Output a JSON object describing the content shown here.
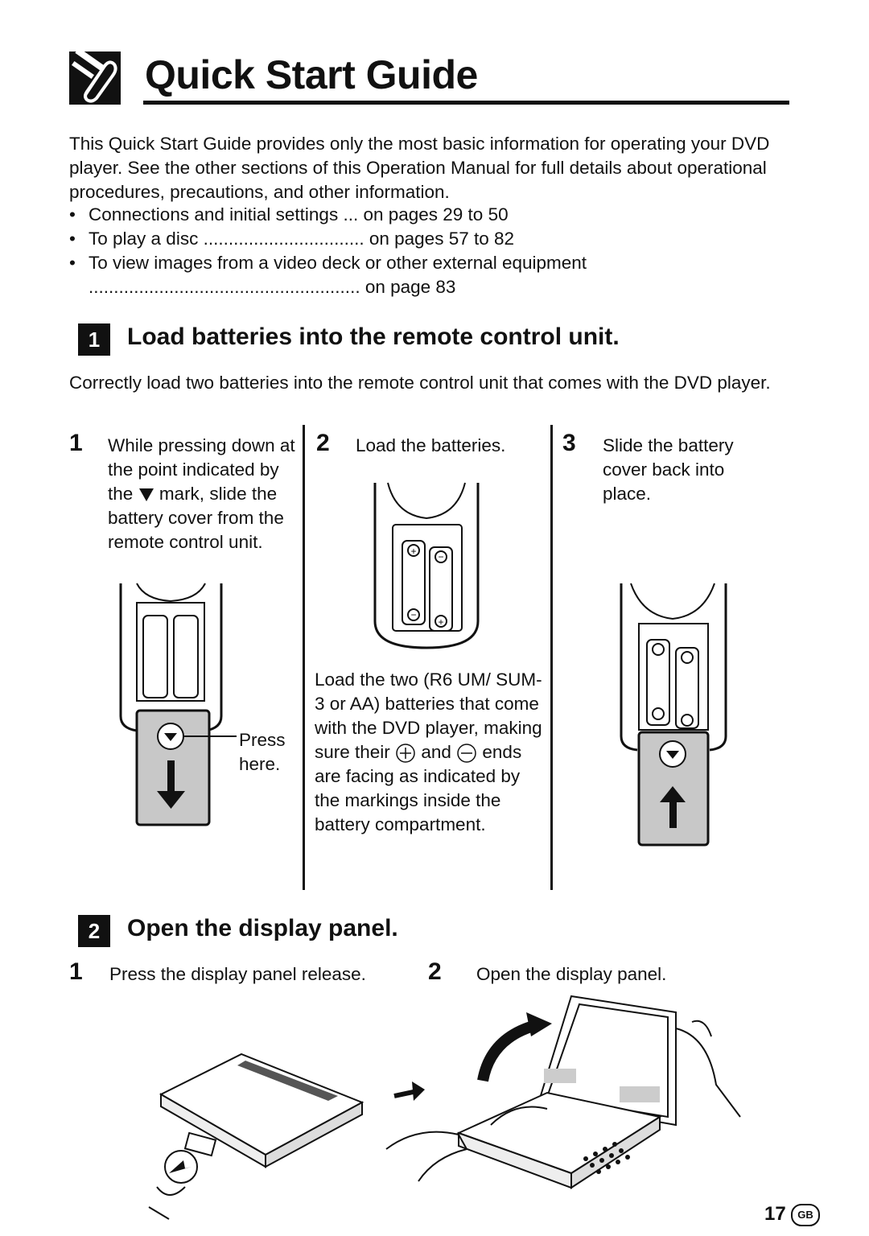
{
  "title": "Quick Start Guide",
  "intro": "This Quick Start Guide provides only the most basic information for operating your DVD player. See the other sections of this Operation Manual for full details about operational procedures, precautions, and other information.",
  "bullets": [
    {
      "text": "Connections and initial settings ... on pages 29 to 50"
    },
    {
      "text": "To play a disc ................................ on pages 57 to 82"
    },
    {
      "text": "To view images from a video deck or other external equipment"
    }
  ],
  "bullet3_cont": "...................................................... on page 83",
  "section1": {
    "number": "1",
    "title": "Load batteries into the remote control unit.",
    "desc": "Correctly load two batteries into the remote control unit that comes with the DVD player.",
    "steps": [
      {
        "num": "1",
        "text_a": "While pressing down at the point indicated by the",
        "mark_icon": "down-triangle",
        "text_b": "mark, slide the battery cover from the remote control unit.",
        "callout": "Press here."
      },
      {
        "num": "2",
        "text": "Load the batteries.",
        "note_a": "Load the two (R6 UM/ SUM-3 or AA) batteries that come with the DVD player, making sure their",
        "plus_icon": "plus-circle",
        "and_word": "and",
        "minus_icon": "minus-circle",
        "note_b": "ends are facing as indicated by the markings inside the battery compartment."
      },
      {
        "num": "3",
        "text": "Slide the battery cover back into place."
      }
    ]
  },
  "section2": {
    "number": "2",
    "title": "Open the display panel.",
    "steps": [
      {
        "num": "1",
        "text": "Press the display panel release."
      },
      {
        "num": "2",
        "text": "Open the display panel."
      }
    ]
  },
  "footer": {
    "page": "17",
    "badge": "GB"
  }
}
